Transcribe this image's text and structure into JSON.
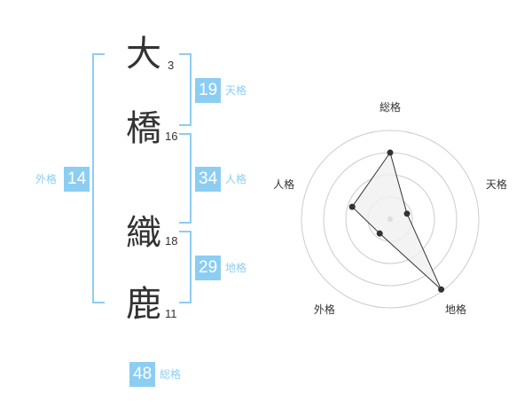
{
  "name": {
    "chars": [
      {
        "char": "大",
        "strokes": "3"
      },
      {
        "char": "橋",
        "strokes": "16"
      },
      {
        "char": "織",
        "strokes": "18"
      },
      {
        "char": "鹿",
        "strokes": "11"
      }
    ]
  },
  "fortune": {
    "tenkaku": {
      "value": "19",
      "label": "天格"
    },
    "jinkaku": {
      "value": "34",
      "label": "人格"
    },
    "chikaku": {
      "value": "29",
      "label": "地格"
    },
    "gaikaku": {
      "value": "14",
      "label": "外格"
    },
    "soukaku": {
      "value": "48",
      "label": "総格"
    }
  },
  "chart_data": {
    "type": "radar",
    "axes": [
      "総格",
      "天格",
      "地格",
      "外格",
      "人格"
    ],
    "values": [
      0.75,
      0.2,
      0.98,
      0.2,
      0.45
    ],
    "range": [
      0,
      1
    ],
    "rings": 4,
    "fill_color": "#f0f0f0",
    "line_color": "#333333"
  },
  "colors": {
    "accent": "#8ccdf2",
    "text": "#333333"
  }
}
